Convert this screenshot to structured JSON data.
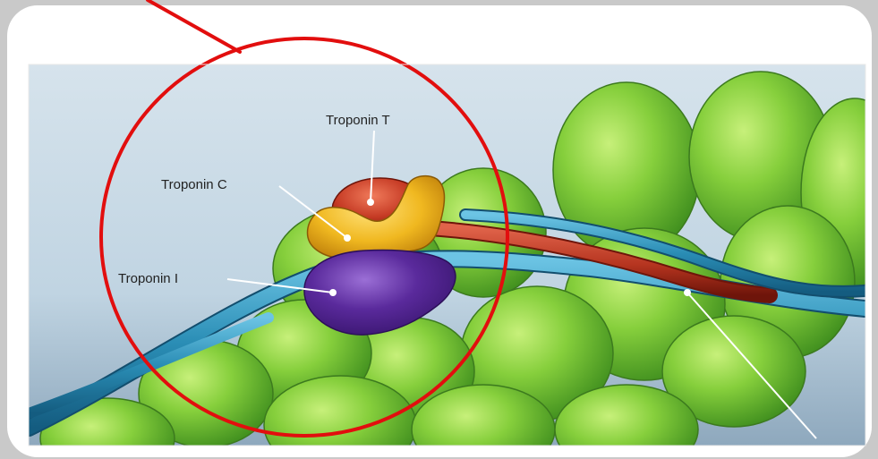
{
  "labels": {
    "troponin_t": "Troponin T",
    "troponin_c": "Troponin C",
    "troponin_i": "Troponin I"
  },
  "colors": {
    "background_gray": "#c9c9c9",
    "frame_white": "#ffffff",
    "backdrop_blue": "#c4d6e3",
    "actin_green": "#7fc83a",
    "actin_outline": "#3c7a1e",
    "tropomyosin_blue": "#2a8db5",
    "tropomyosin_red": "#b5341f",
    "troponin_t_red": "#c53a24",
    "troponin_c_yellow": "#f0b820",
    "troponin_i_purple": "#5a2a9c",
    "highlight_circle_red": "#e20e0e"
  }
}
